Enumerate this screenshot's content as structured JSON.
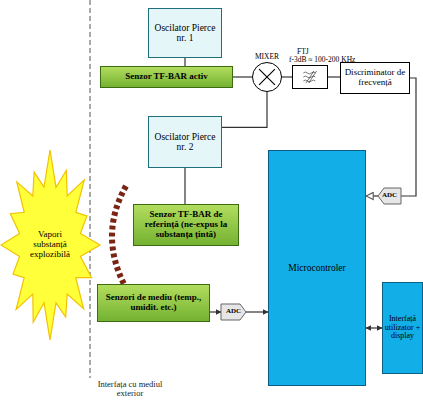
{
  "diagram": {
    "nodes": [
      {
        "text": [
          "Oscilator Pierce nr. 1"
        ]
      },
      {
        "text": [
          "Senzor TF-BAR activ"
        ]
      },
      {
        "text": [
          "MIXER"
        ]
      },
      {
        "text": [
          "FTJ",
          "f-3dB ≈ 100-200 KHz"
        ]
      },
      {
        "text": [
          "Discriminator de frecvență"
        ]
      },
      {
        "text": [
          "Oscilator Pierce nr. 2"
        ]
      },
      {
        "text": [
          "Senzor TF-BAR de referință (ne-expus la substanța țintă)"
        ]
      },
      {
        "text": [
          "ADC"
        ]
      },
      {
        "text": [
          "Microcontroler"
        ]
      },
      {
        "text": [
          "Vapori substanță explozibilă"
        ]
      },
      {
        "text": [
          "Senzori de mediu (temp., umidit. etc.)"
        ]
      },
      {
        "text": [
          "ADC"
        ]
      },
      {
        "text": [
          "Interfață utilizator + display"
        ]
      }
    ],
    "edges": [
      {
        "from": 0,
        "to": 1,
        "arrow": "none"
      },
      {
        "from": 1,
        "to": 2,
        "arrow": "none"
      },
      {
        "from": 5,
        "to": 2,
        "arrow": "none"
      },
      {
        "from": 5,
        "to": 6,
        "arrow": "none"
      },
      {
        "from": 2,
        "to": 3,
        "arrow": "none"
      },
      {
        "from": 3,
        "to": 4,
        "arrow": "none"
      },
      {
        "from": 4,
        "to": 7,
        "arrow": "none"
      },
      {
        "from": 7,
        "to": 8,
        "arrow": "to"
      },
      {
        "from": 10,
        "to": 11,
        "arrow": "to"
      },
      {
        "from": 11,
        "to": 8,
        "arrow": "to"
      },
      {
        "from": 8,
        "to": 12,
        "arrow": "both"
      }
    ],
    "labels": [
      "Interfața cu mediul exterior"
    ]
  }
}
